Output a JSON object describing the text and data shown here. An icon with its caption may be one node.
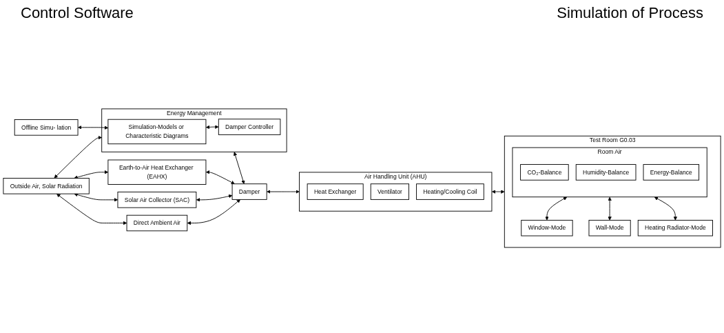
{
  "diagram": {
    "nodes": [
      {
        "text": [
          "Offline Simu- lation"
        ]
      },
      {
        "text": [
          "Energy Management"
        ]
      },
      {
        "text": [
          "Simulation-Models or Characteristic Diagrams"
        ],
        "in": 1
      },
      {
        "text": [
          "Damper Controller"
        ],
        "in": 1
      },
      {
        "text": [
          "Outside Air, Solar Radiation"
        ]
      },
      {
        "text": [
          "Earth-to-Air Heat Exchanger (EAHX)"
        ]
      },
      {
        "text": [
          "Solar Air Collector (SAC)"
        ]
      },
      {
        "text": [
          "Direct Ambient Air"
        ]
      },
      {
        "text": [
          "Damper"
        ]
      },
      {
        "text": [
          "Air Handling Unit (AHU)"
        ]
      },
      {
        "text": [
          "Heat Exchanger"
        ],
        "in": 9
      },
      {
        "text": [
          "Ventilator"
        ],
        "in": 9
      },
      {
        "text": [
          "Heating/Cooling Coil"
        ],
        "in": 9
      },
      {
        "text": [
          "Test Room G0.03"
        ]
      },
      {
        "text": [
          "Room Air"
        ],
        "in": 13
      },
      {
        "text": [
          "CO₂-Balance"
        ],
        "in": 14
      },
      {
        "text": [
          "Humidity-Balance"
        ],
        "in": 14
      },
      {
        "text": [
          "Energy-Balance"
        ],
        "in": 14
      },
      {
        "text": [
          "Window-Mode"
        ],
        "in": 13
      },
      {
        "text": [
          "Wall-Mode"
        ],
        "in": 13
      },
      {
        "text": [
          "Heating Radiator-Mode"
        ],
        "in": 13
      }
    ],
    "edges": [
      {
        "from": 0,
        "to": 2,
        "arrow": "both"
      },
      {
        "from": 2,
        "to": 3,
        "arrow": "both"
      },
      {
        "from": 4,
        "to": 1,
        "arrow": "both"
      },
      {
        "from": 1,
        "to": 8,
        "arrow": "both"
      },
      {
        "from": 4,
        "to": 5,
        "arrow": "both"
      },
      {
        "from": 4,
        "to": 6,
        "arrow": "both"
      },
      {
        "from": 4,
        "to": 7,
        "arrow": "both"
      },
      {
        "from": 5,
        "to": 8,
        "arrow": "both"
      },
      {
        "from": 6,
        "to": 8,
        "arrow": "both"
      },
      {
        "from": 7,
        "to": 8,
        "arrow": "both"
      },
      {
        "from": 8,
        "to": 9,
        "arrow": "both"
      },
      {
        "from": 9,
        "to": 13,
        "arrow": "both"
      },
      {
        "from": 14,
        "to": 18,
        "arrow": "both"
      },
      {
        "from": 14,
        "to": 19,
        "arrow": "both"
      },
      {
        "from": 14,
        "to": 20,
        "arrow": "both"
      }
    ],
    "labels": [
      "Control Software",
      "Simulation of Process"
    ]
  }
}
